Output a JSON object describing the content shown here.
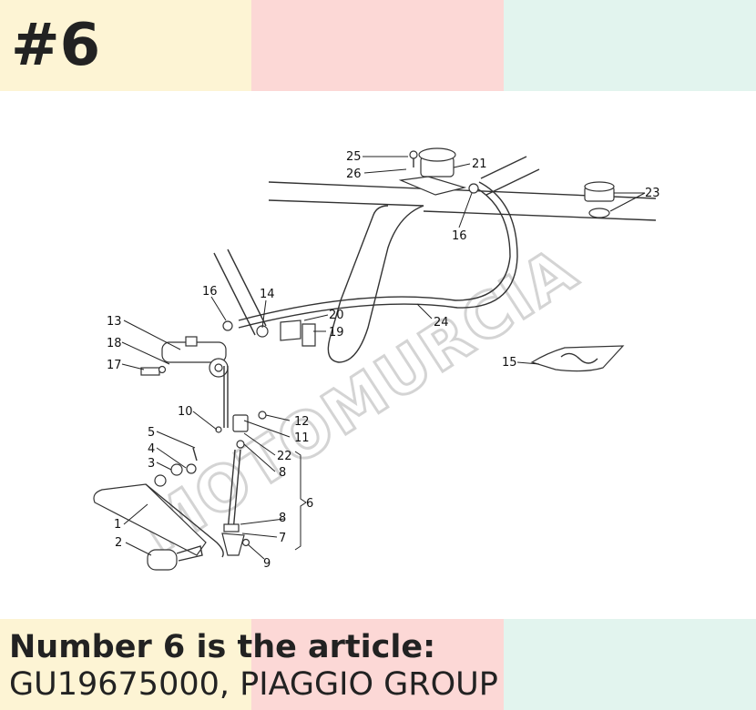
{
  "header": {
    "number_label": "#6"
  },
  "caption": {
    "line1": "Number 6 is the article:",
    "line2": "GU19675000, PIAGGIO GROUP"
  },
  "diagram": {
    "watermark": "MOTOMURCIA",
    "callouts": [
      "25",
      "26",
      "21",
      "23",
      "16",
      "24",
      "16",
      "14",
      "20",
      "19",
      "13",
      "18",
      "17",
      "15",
      "10",
      "12",
      "11",
      "5",
      "4",
      "3",
      "22",
      "8",
      "6",
      "1",
      "8",
      "7",
      "2",
      "9"
    ]
  },
  "colors": {
    "band_yellow": "#fdf4d4",
    "band_pink": "#fcd8d6",
    "band_mint": "#e2f4ee",
    "text": "#222222"
  }
}
